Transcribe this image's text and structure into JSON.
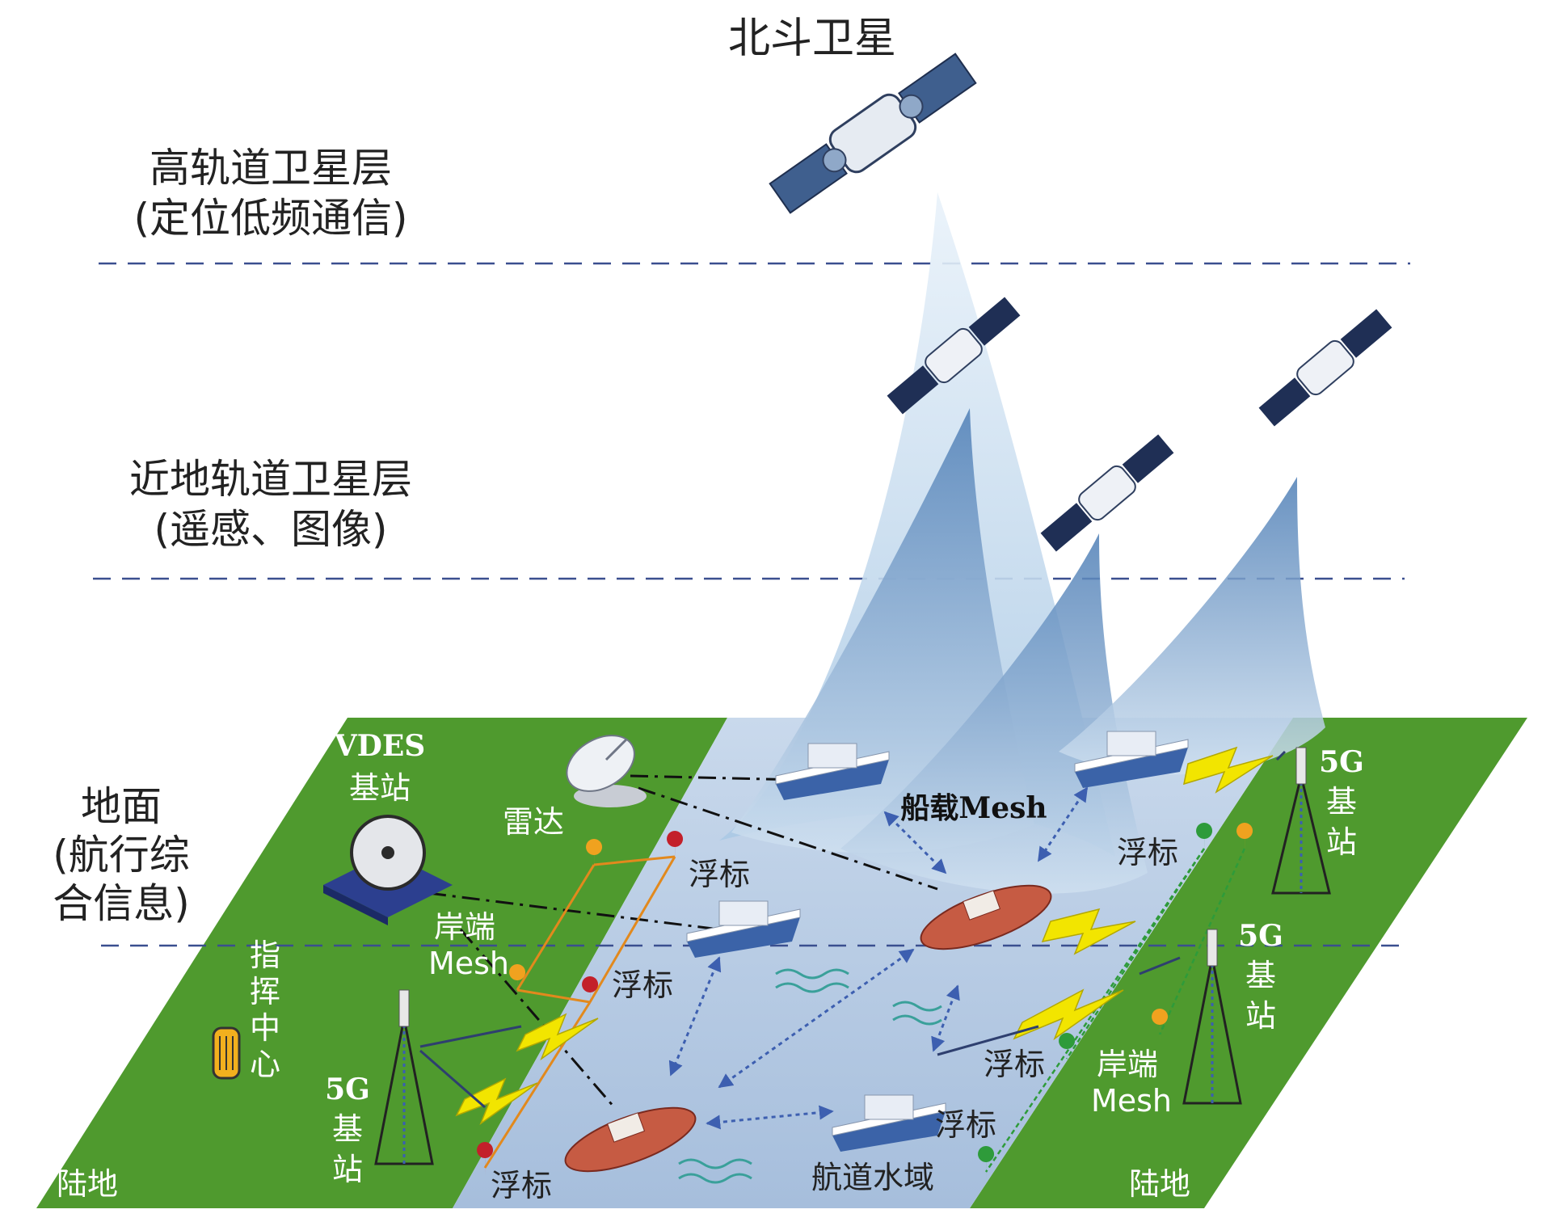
{
  "title": "北斗卫星",
  "layers": {
    "high_orbit": {
      "line1": "高轨道卫星层",
      "line2": "(定位低频通信)"
    },
    "leo": {
      "line1": "近地轨道卫星层",
      "line2": "(遥感、图像)"
    },
    "ground": {
      "line1": "地面",
      "line2": "(航行综",
      "line3": "合信息)"
    }
  },
  "labels": {
    "vdes_1": "VDES",
    "vdes_2": "基站",
    "radar": "雷达",
    "ship_mesh": "船载Mesh",
    "buoy": "浮标",
    "shore_mesh_1": "岸端",
    "shore_mesh_2": "Mesh",
    "command": [
      "指",
      "挥",
      "中",
      "心"
    ],
    "g5_1": "5G",
    "g5_2": "基",
    "g5_3": "站",
    "land": "陆地",
    "channel": "航道水域"
  },
  "colors": {
    "land": "#4f9a2e",
    "water": "#b9cde4",
    "beam": "#cfe1f1",
    "divider": "#3a4f8f",
    "link": "#4a6fc2",
    "bolt": "#f2e500"
  }
}
